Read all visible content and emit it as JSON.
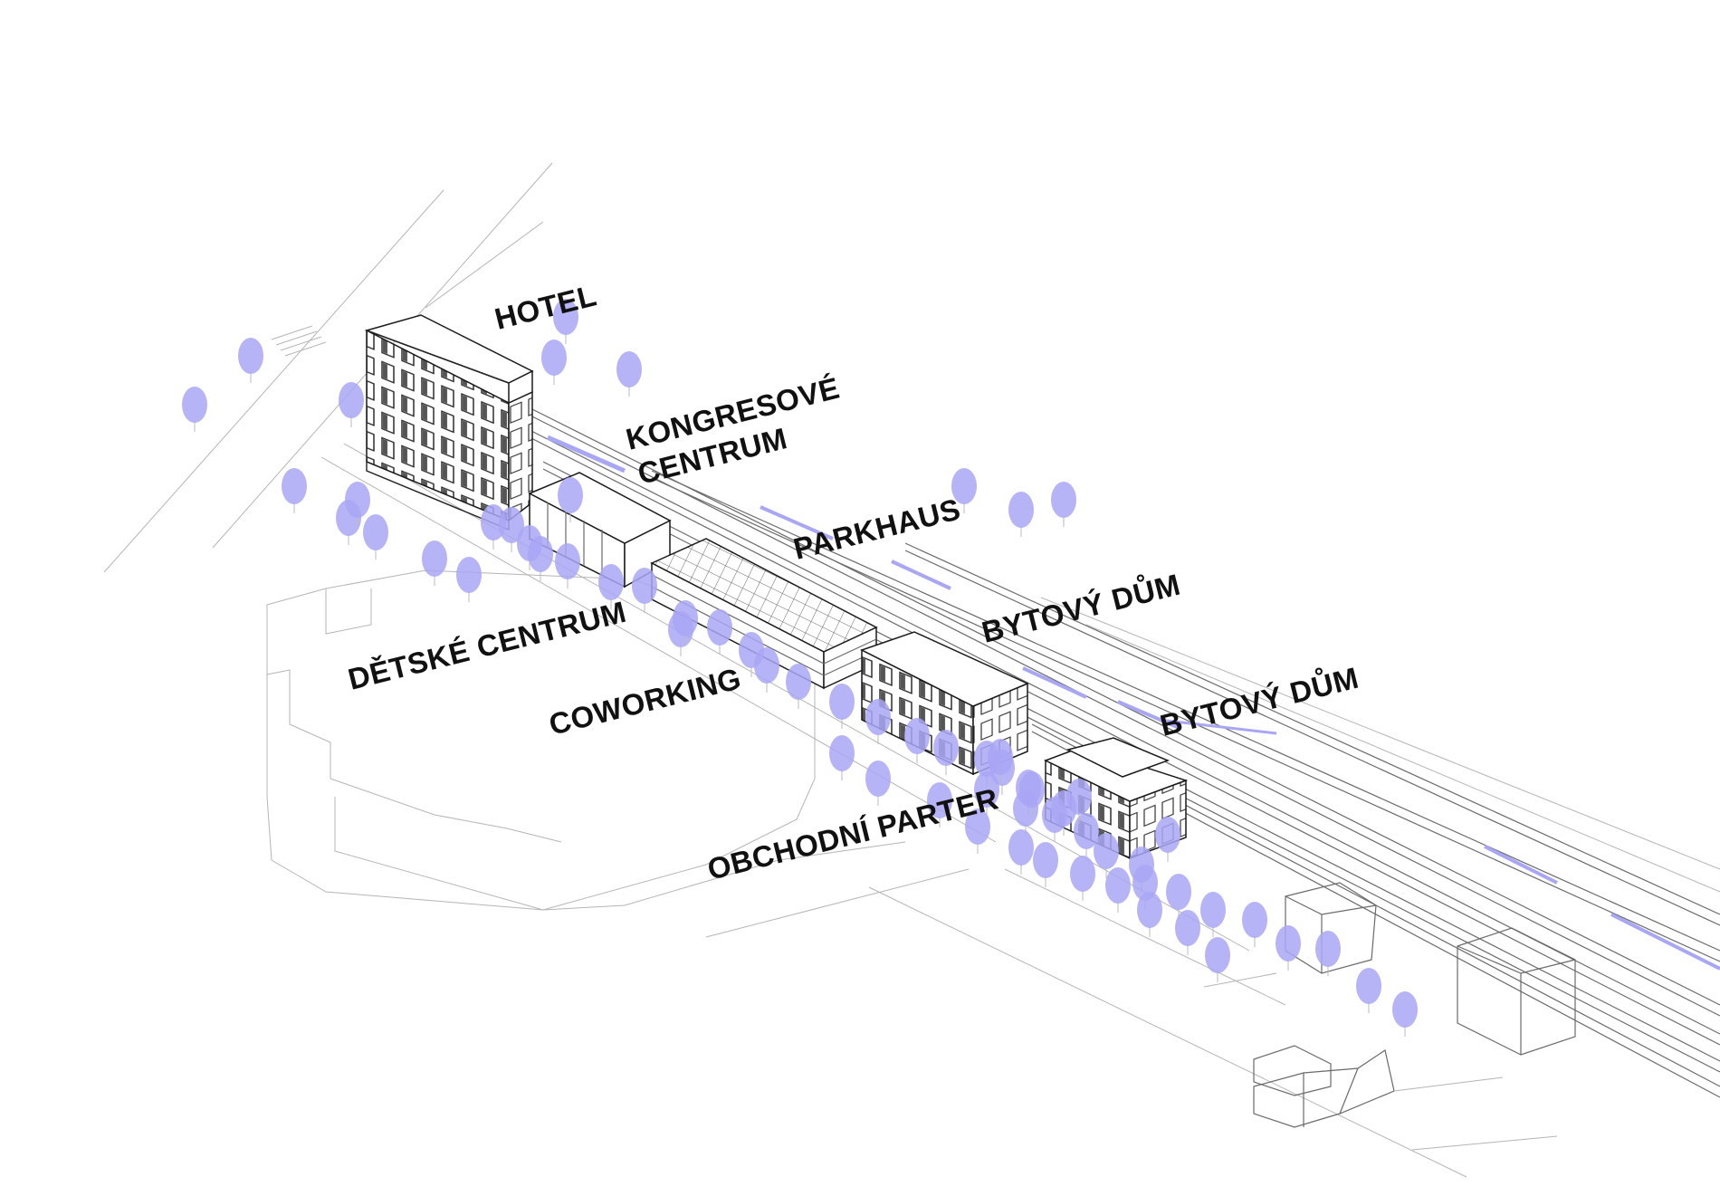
{
  "labels": {
    "hotel": "HOTEL",
    "kongres_line1": "KONGRESOVÉ",
    "kongres_line2": "CENTRUM",
    "parkhaus": "PARKHAUS",
    "bytovy_dum_1": "BYTOVÝ DŮM",
    "bytovy_dum_2": "BYTOVÝ DŮM",
    "detske_centrum": "DĚTSKÉ CENTRUM",
    "coworking": "COWORKING",
    "obchodni_parter": "OBCHODNÍ PARTER"
  },
  "colors": {
    "tree": "#a9a6f5",
    "tree_dark": "#9c98f0",
    "track_accent": "#a9a6f5",
    "line": "#6a6a6a",
    "background": "#ffffff"
  }
}
